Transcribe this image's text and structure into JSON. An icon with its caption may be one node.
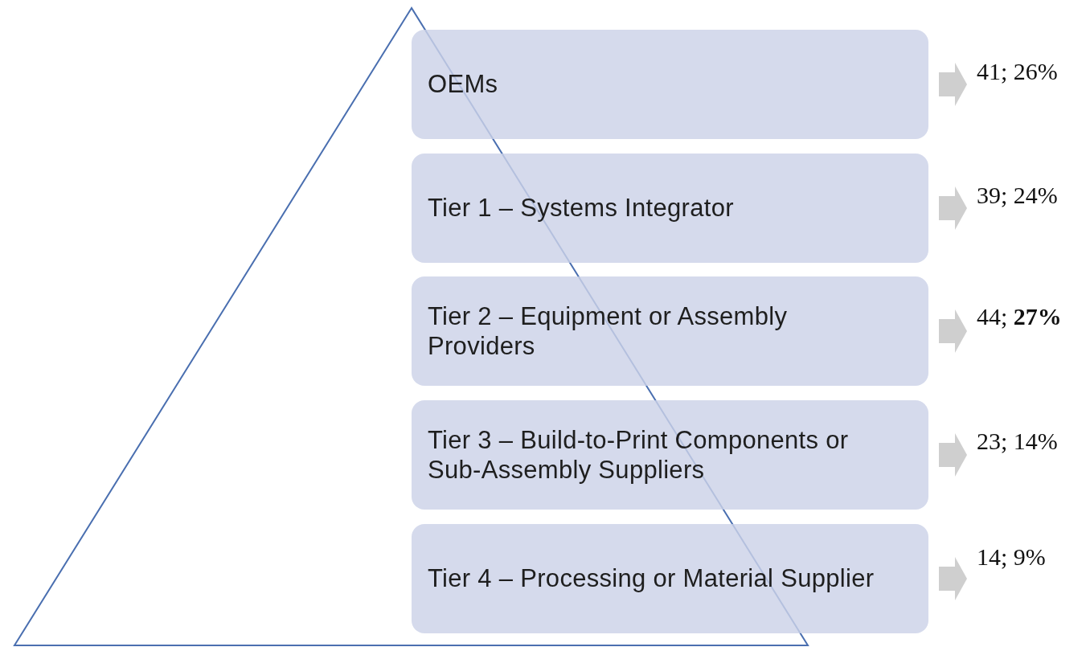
{
  "diagram": {
    "nodes": [
      {
        "text": [
          "OEMs"
        ]
      },
      {
        "text": [
          "Tier 1 – Systems Integrator"
        ]
      },
      {
        "text": [
          "Tier 2 – Equipment or Assembly Providers"
        ]
      },
      {
        "text": [
          "Tier 3 – Build-to-Print Components or Sub-Assembly Suppliers"
        ]
      },
      {
        "text": [
          "Tier 4 – Processing or Material Supplier"
        ]
      },
      {
        "text": [
          "41; 26%"
        ]
      },
      {
        "text": [
          "39; 24%"
        ]
      },
      {
        "text": [
          "44; **27%**"
        ]
      },
      {
        "text": [
          "23; 14%"
        ]
      },
      {
        "text": [
          "14; 9%"
        ]
      }
    ],
    "edges": [
      {
        "from": 0,
        "to": 5,
        "arrow": "to"
      },
      {
        "from": 1,
        "to": 6,
        "arrow": "to"
      },
      {
        "from": 2,
        "to": 7,
        "arrow": "to"
      },
      {
        "from": 3,
        "to": 8,
        "arrow": "to"
      },
      {
        "from": 4,
        "to": 9,
        "arrow": "to"
      }
    ]
  }
}
